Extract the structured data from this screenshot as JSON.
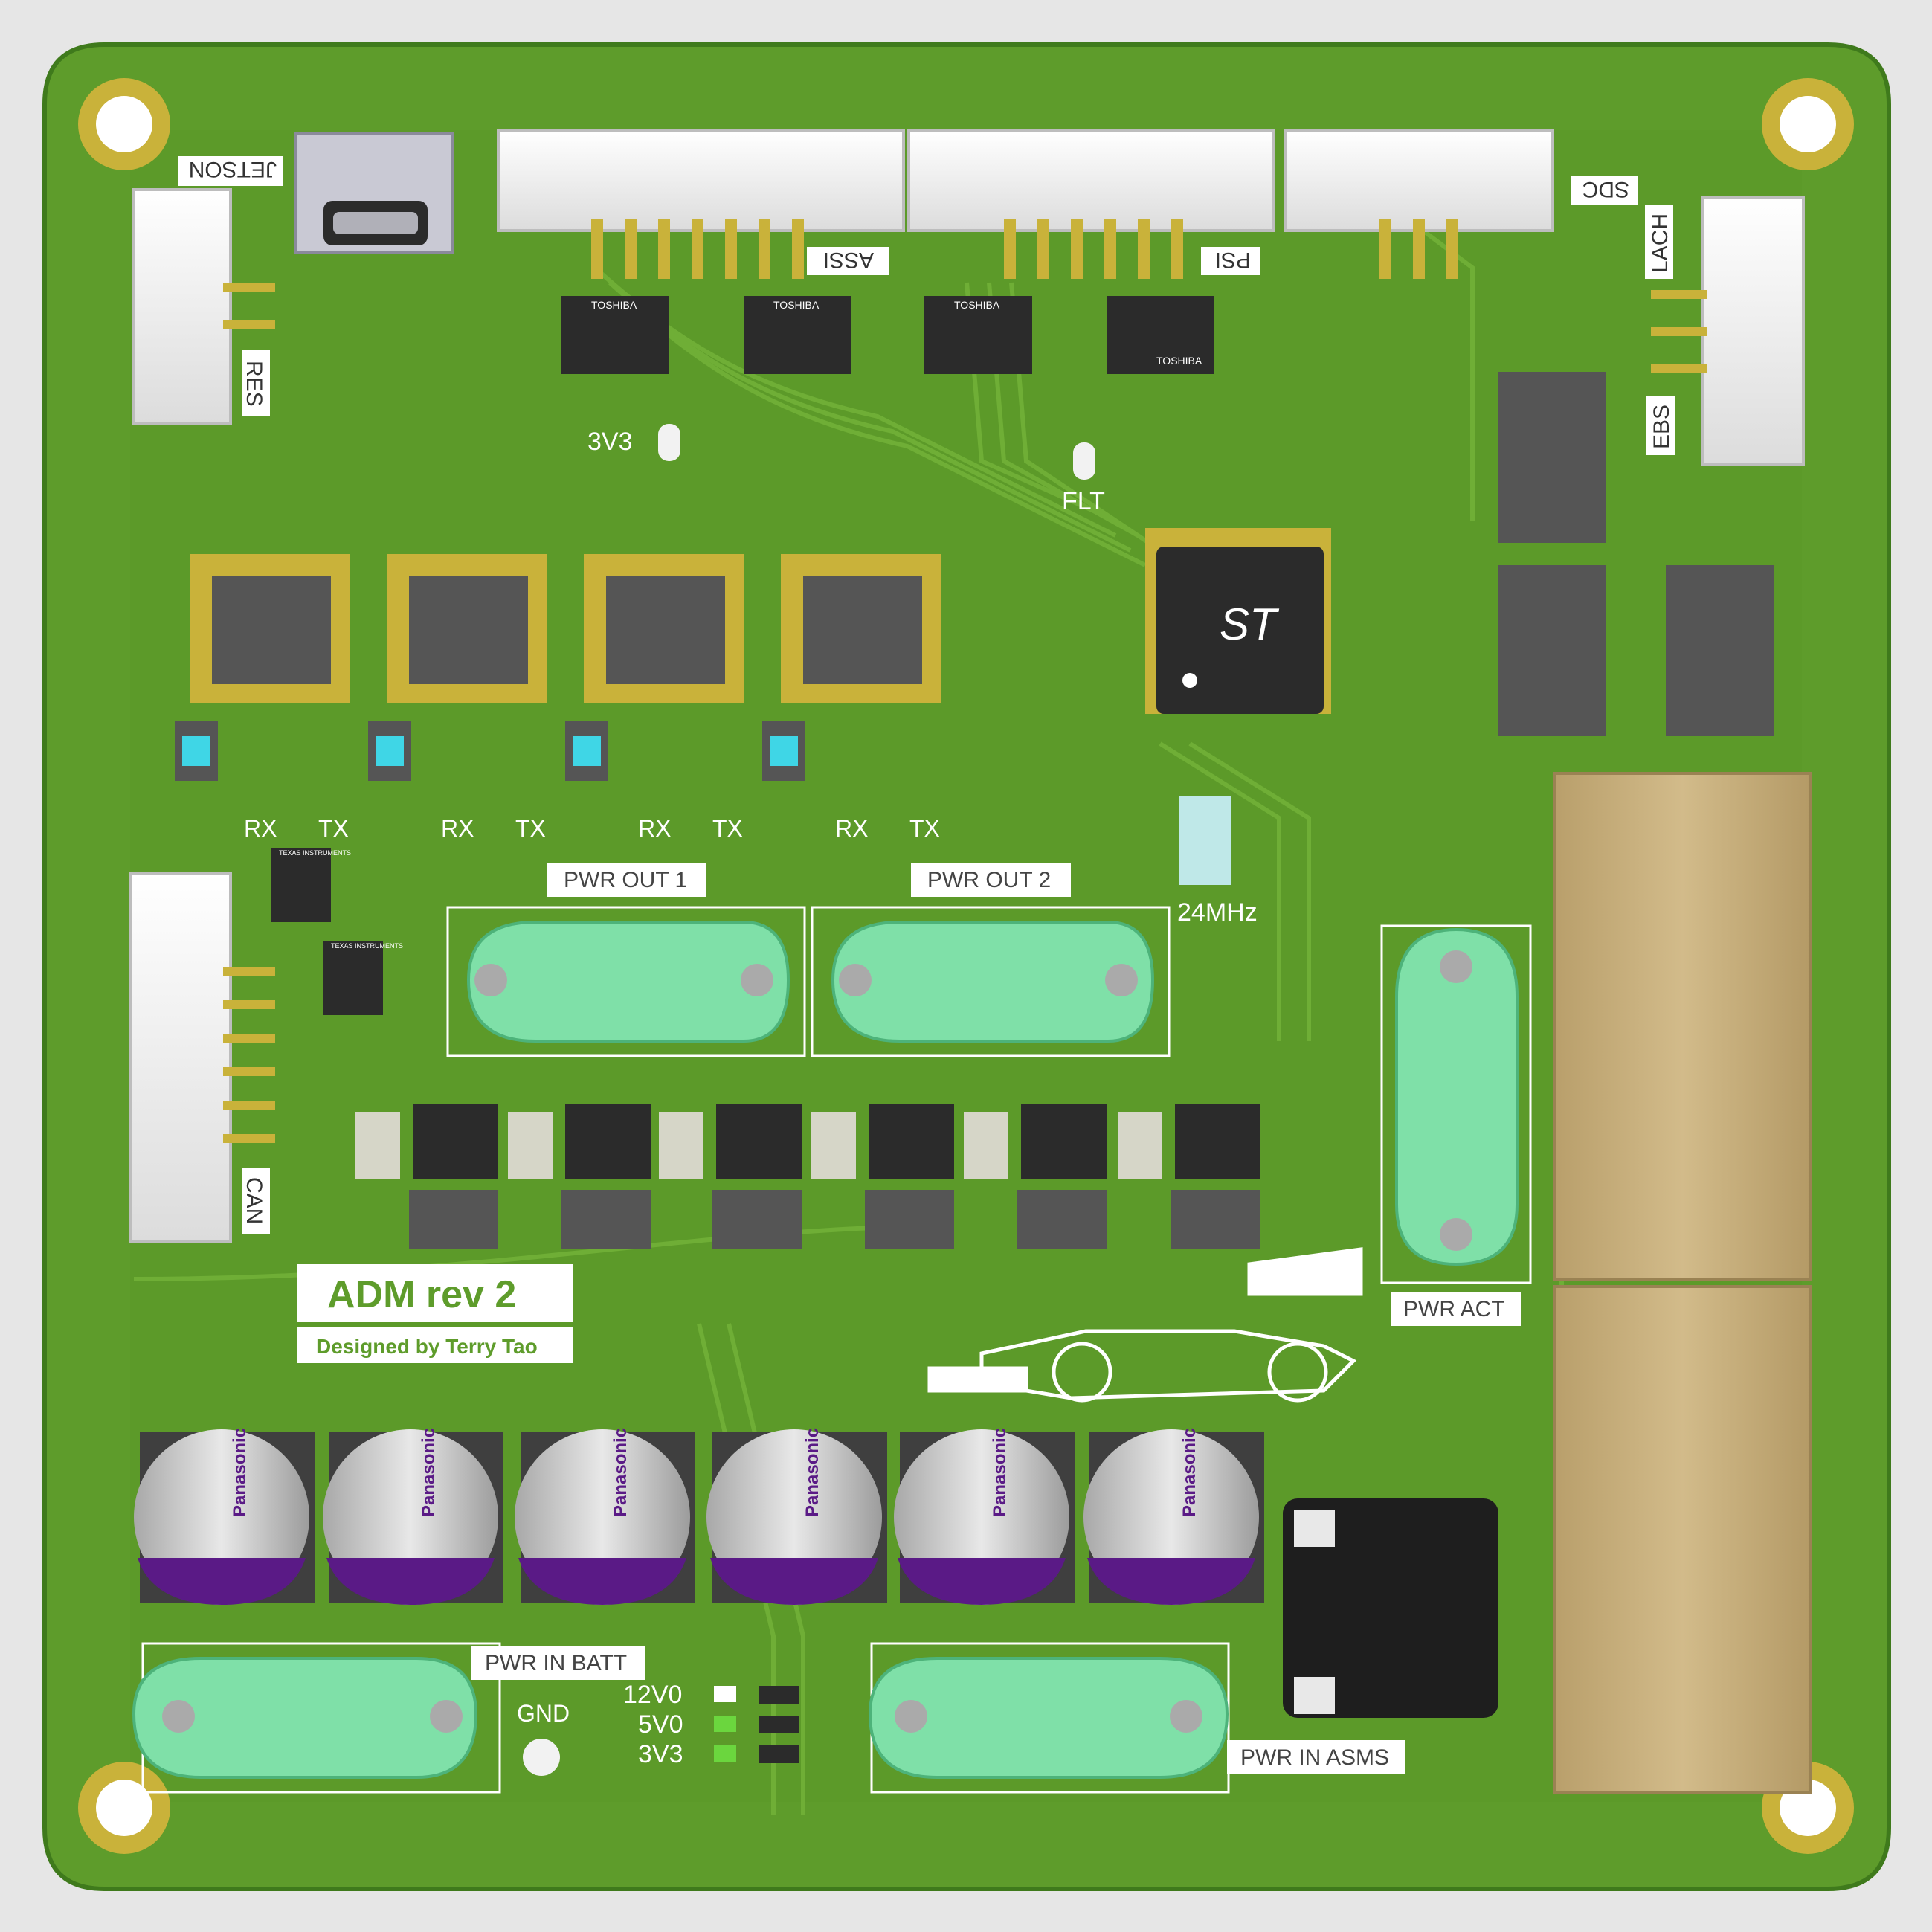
{
  "board": {
    "title": "ADM rev 2",
    "designer": "Designed by Terry Tao",
    "colors": {
      "solder_mask": "#5e9c2b",
      "mask_dark": "#4c8a22",
      "trace": "#6aa833",
      "silkscreen": "#ffffff",
      "gold": "#c9b23a",
      "connector_white": "#f0f0f0",
      "connector_green": "#7fe0a8",
      "cap_purple": "#5a1a86",
      "transformer_tan": "#c8b07e",
      "ic_black": "#2b2b2b"
    }
  },
  "labels": {
    "jetson": "JETSON",
    "res": "RES",
    "assi": "ASSI",
    "psi": "PSI",
    "sdc": "SDC",
    "lach": "LACH",
    "ebs": "EBS",
    "can": "CAN",
    "v33": "3V3",
    "flt": "FLT",
    "crystal": "24MHz",
    "pwr_out_1": "PWR OUT 1",
    "pwr_out_2": "PWR OUT 2",
    "pwr_act": "PWR ACT",
    "pwr_in_batt": "PWR IN BATT",
    "pwr_in_asms": "PWR IN ASMS",
    "gnd": "GND",
    "rail_12v": "12V0",
    "rail_5v": "5V0",
    "rail_3v3": "3V3",
    "rx": "RX",
    "tx": "TX"
  },
  "components": {
    "optocoupler_brand": "TOSHIBA",
    "capacitor_brand": "Panasonic",
    "mcu_logo": "ST",
    "current_sense_brand": "TEXAS INSTRUMENTS"
  }
}
